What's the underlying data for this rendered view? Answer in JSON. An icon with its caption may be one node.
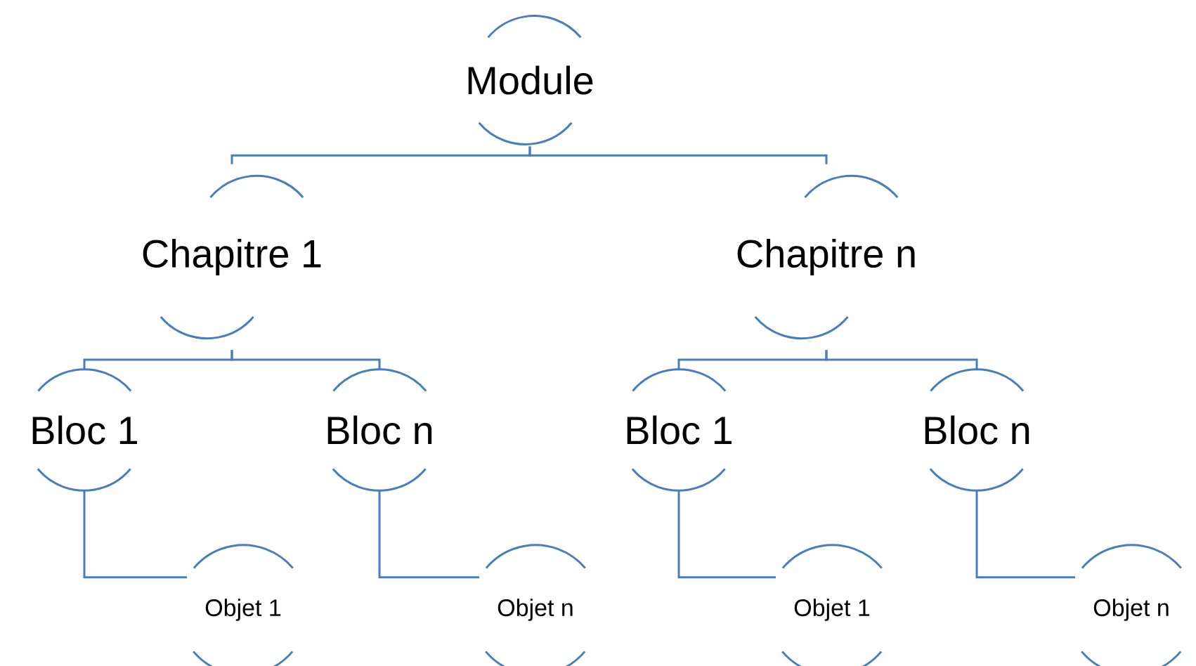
{
  "diagram": {
    "nodes": [
      {
        "text": [
          "Module"
        ]
      },
      {
        "text": [
          "Chapitre 1"
        ]
      },
      {
        "text": [
          "Chapitre n"
        ]
      },
      {
        "text": [
          "Bloc 1"
        ]
      },
      {
        "text": [
          "Bloc  n"
        ]
      },
      {
        "text": [
          "Bloc  1"
        ]
      },
      {
        "text": [
          "Bloc n"
        ]
      },
      {
        "text": [
          "Objet 1"
        ]
      },
      {
        "text": [
          "Objet n"
        ]
      },
      {
        "text": [
          "Objet 1"
        ]
      },
      {
        "text": [
          "Objet n"
        ]
      }
    ],
    "edges": [
      {
        "from": 0,
        "to": 1,
        "arrow": "none"
      },
      {
        "from": 0,
        "to": 2,
        "arrow": "none"
      },
      {
        "from": 1,
        "to": 3,
        "arrow": "none"
      },
      {
        "from": 1,
        "to": 4,
        "arrow": "none"
      },
      {
        "from": 2,
        "to": 5,
        "arrow": "none"
      },
      {
        "from": 2,
        "to": 6,
        "arrow": "none"
      },
      {
        "from": 3,
        "to": 7,
        "arrow": "none"
      },
      {
        "from": 4,
        "to": 8,
        "arrow": "none"
      },
      {
        "from": 5,
        "to": 9,
        "arrow": "none"
      },
      {
        "from": 6,
        "to": 10,
        "arrow": "none"
      }
    ]
  }
}
